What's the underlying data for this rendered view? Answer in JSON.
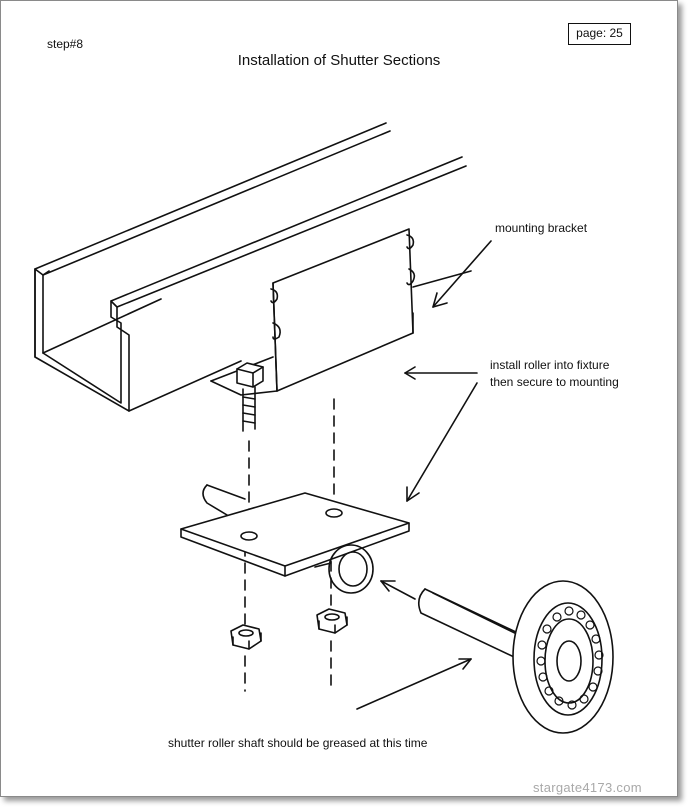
{
  "header": {
    "step": "step#8",
    "title": "Installation of Shutter Sections",
    "page_label": "page: 25"
  },
  "labels": {
    "mounting_bracket": "mounting bracket",
    "install_line1": "install roller into fixture",
    "install_line2": "then secure to mounting",
    "grease_note": "shutter roller shaft should be greased at this time"
  },
  "watermark": "stargate4173.com",
  "colors": {
    "ink": "#111111",
    "paper": "#ffffff",
    "watermark": "#a9a9a9"
  }
}
